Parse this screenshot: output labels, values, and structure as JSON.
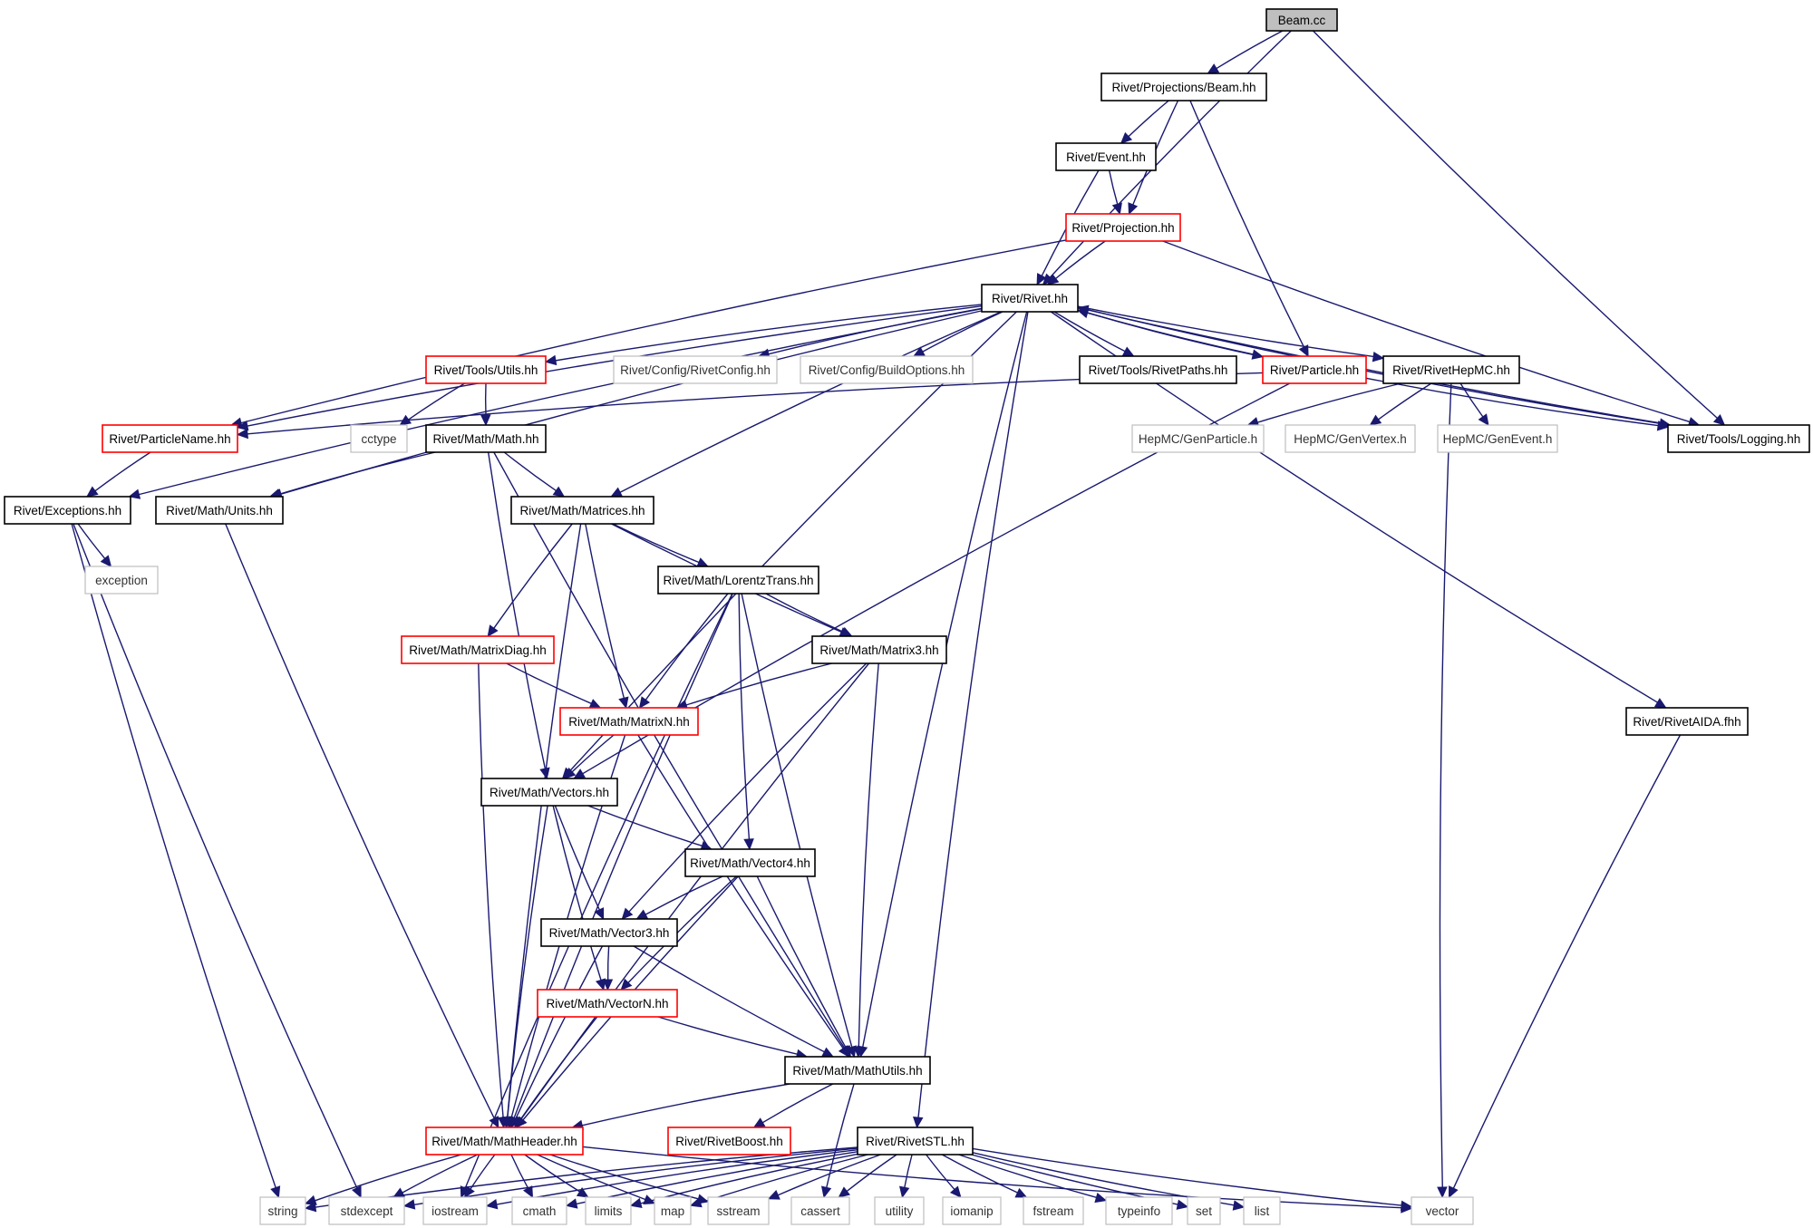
{
  "colors": {
    "edge": "#191970",
    "root_fill": "#bfbfbf",
    "normal_border": "#000000",
    "truncated_border": "#ff0000",
    "external_border": "#bfbfbf",
    "background": "#ffffff"
  },
  "nodes": [
    {
      "id": "beam_cc",
      "label": "Beam.cc",
      "kind": "root"
    },
    {
      "id": "proj_beam",
      "label": "Rivet/Projections/Beam.hh",
      "kind": "normal"
    },
    {
      "id": "event",
      "label": "Rivet/Event.hh",
      "kind": "normal"
    },
    {
      "id": "projection",
      "label": "Rivet/Projection.hh",
      "kind": "truncated"
    },
    {
      "id": "rivet",
      "label": "Rivet/Rivet.hh",
      "kind": "normal"
    },
    {
      "id": "utils",
      "label": "Rivet/Tools/Utils.hh",
      "kind": "truncated"
    },
    {
      "id": "rivetconfig",
      "label": "Rivet/Config/RivetConfig.hh",
      "kind": "external"
    },
    {
      "id": "buildoptions",
      "label": "Rivet/Config/BuildOptions.hh",
      "kind": "external"
    },
    {
      "id": "rivetpaths",
      "label": "Rivet/Tools/RivetPaths.hh",
      "kind": "normal"
    },
    {
      "id": "particle",
      "label": "Rivet/Particle.hh",
      "kind": "truncated"
    },
    {
      "id": "rivethepmc",
      "label": "Rivet/RivetHepMC.hh",
      "kind": "normal"
    },
    {
      "id": "logging",
      "label": "Rivet/Tools/Logging.hh",
      "kind": "normal"
    },
    {
      "id": "particlename",
      "label": "Rivet/ParticleName.hh",
      "kind": "truncated"
    },
    {
      "id": "cctype",
      "label": "cctype",
      "kind": "external"
    },
    {
      "id": "math",
      "label": "Rivet/Math/Math.hh",
      "kind": "normal"
    },
    {
      "id": "genparticle",
      "label": "HepMC/GenParticle.h",
      "kind": "external"
    },
    {
      "id": "genvertex",
      "label": "HepMC/GenVertex.h",
      "kind": "external"
    },
    {
      "id": "genevent",
      "label": "HepMC/GenEvent.h",
      "kind": "external"
    },
    {
      "id": "exceptions",
      "label": "Rivet/Exceptions.hh",
      "kind": "normal"
    },
    {
      "id": "units",
      "label": "Rivet/Math/Units.hh",
      "kind": "normal"
    },
    {
      "id": "matrices",
      "label": "Rivet/Math/Matrices.hh",
      "kind": "normal"
    },
    {
      "id": "exception",
      "label": "exception",
      "kind": "external"
    },
    {
      "id": "lorentz",
      "label": "Rivet/Math/LorentzTrans.hh",
      "kind": "normal"
    },
    {
      "id": "matrixdiag",
      "label": "Rivet/Math/MatrixDiag.hh",
      "kind": "truncated"
    },
    {
      "id": "matrix3",
      "label": "Rivet/Math/Matrix3.hh",
      "kind": "normal"
    },
    {
      "id": "matrixn",
      "label": "Rivet/Math/MatrixN.hh",
      "kind": "truncated"
    },
    {
      "id": "rivetaida",
      "label": "Rivet/RivetAIDA.fhh",
      "kind": "normal"
    },
    {
      "id": "vectors",
      "label": "Rivet/Math/Vectors.hh",
      "kind": "normal"
    },
    {
      "id": "vector4",
      "label": "Rivet/Math/Vector4.hh",
      "kind": "normal"
    },
    {
      "id": "vector3",
      "label": "Rivet/Math/Vector3.hh",
      "kind": "normal"
    },
    {
      "id": "vectorn",
      "label": "Rivet/Math/VectorN.hh",
      "kind": "truncated"
    },
    {
      "id": "mathutils",
      "label": "Rivet/Math/MathUtils.hh",
      "kind": "normal"
    },
    {
      "id": "mathheader",
      "label": "Rivet/Math/MathHeader.hh",
      "kind": "truncated"
    },
    {
      "id": "rivetboost",
      "label": "Rivet/RivetBoost.hh",
      "kind": "truncated"
    },
    {
      "id": "rivetstl",
      "label": "Rivet/RivetSTL.hh",
      "kind": "normal"
    },
    {
      "id": "string",
      "label": "string",
      "kind": "external"
    },
    {
      "id": "stdexcept",
      "label": "stdexcept",
      "kind": "external"
    },
    {
      "id": "iostream",
      "label": "iostream",
      "kind": "external"
    },
    {
      "id": "cmath",
      "label": "cmath",
      "kind": "external"
    },
    {
      "id": "limits",
      "label": "limits",
      "kind": "external"
    },
    {
      "id": "map",
      "label": "map",
      "kind": "external"
    },
    {
      "id": "sstream",
      "label": "sstream",
      "kind": "external"
    },
    {
      "id": "cassert",
      "label": "cassert",
      "kind": "external"
    },
    {
      "id": "utility",
      "label": "utility",
      "kind": "external"
    },
    {
      "id": "iomanip",
      "label": "iomanip",
      "kind": "external"
    },
    {
      "id": "fstream",
      "label": "fstream",
      "kind": "external"
    },
    {
      "id": "typeinfo",
      "label": "typeinfo",
      "kind": "external"
    },
    {
      "id": "set",
      "label": "set",
      "kind": "external"
    },
    {
      "id": "list",
      "label": "list",
      "kind": "external"
    },
    {
      "id": "vector",
      "label": "vector",
      "kind": "external"
    }
  ],
  "edges": [
    [
      "beam_cc",
      "proj_beam"
    ],
    [
      "beam_cc",
      "rivet"
    ],
    [
      "beam_cc",
      "logging"
    ],
    [
      "proj_beam",
      "event"
    ],
    [
      "proj_beam",
      "projection"
    ],
    [
      "proj_beam",
      "particle"
    ],
    [
      "event",
      "projection"
    ],
    [
      "event",
      "rivet"
    ],
    [
      "projection",
      "rivet"
    ],
    [
      "projection",
      "particlename"
    ],
    [
      "projection",
      "logging"
    ],
    [
      "rivet",
      "utils"
    ],
    [
      "rivet",
      "rivetconfig"
    ],
    [
      "rivet",
      "buildoptions"
    ],
    [
      "rivet",
      "rivetpaths"
    ],
    [
      "rivet",
      "particle"
    ],
    [
      "rivet",
      "rivethepmc"
    ],
    [
      "rivet",
      "logging"
    ],
    [
      "rivet",
      "particlename"
    ],
    [
      "rivet",
      "exceptions"
    ],
    [
      "rivet",
      "units"
    ],
    [
      "rivet",
      "matrices"
    ],
    [
      "rivet",
      "vectors"
    ],
    [
      "rivet",
      "mathutils"
    ],
    [
      "rivet",
      "rivetstl"
    ],
    [
      "rivet",
      "rivetaida"
    ],
    [
      "particle",
      "rivet"
    ],
    [
      "particle",
      "particlename"
    ],
    [
      "particle",
      "logging"
    ],
    [
      "particle",
      "vectors"
    ],
    [
      "rivethepmc",
      "genparticle"
    ],
    [
      "rivethepmc",
      "genvertex"
    ],
    [
      "rivethepmc",
      "genevent"
    ],
    [
      "rivethepmc",
      "vector"
    ],
    [
      "logging",
      "rivet"
    ],
    [
      "utils",
      "cctype"
    ],
    [
      "utils",
      "math"
    ],
    [
      "particlename",
      "exceptions"
    ],
    [
      "math",
      "units"
    ],
    [
      "math",
      "matrices"
    ],
    [
      "math",
      "vectors"
    ],
    [
      "math",
      "mathutils"
    ],
    [
      "exceptions",
      "exception"
    ],
    [
      "exceptions",
      "string"
    ],
    [
      "exceptions",
      "stdexcept"
    ],
    [
      "units",
      "mathheader"
    ],
    [
      "matrices",
      "lorentz"
    ],
    [
      "matrices",
      "matrixdiag"
    ],
    [
      "matrices",
      "matrix3"
    ],
    [
      "matrices",
      "matrixn"
    ],
    [
      "matrices",
      "mathheader"
    ],
    [
      "lorentz",
      "matrix3"
    ],
    [
      "lorentz",
      "matrixn"
    ],
    [
      "lorentz",
      "vector4"
    ],
    [
      "lorentz",
      "mathutils"
    ],
    [
      "lorentz",
      "mathheader"
    ],
    [
      "lorentz",
      "iostream"
    ],
    [
      "matrixdiag",
      "matrixn"
    ],
    [
      "matrixdiag",
      "mathheader"
    ],
    [
      "matrix3",
      "matrixn"
    ],
    [
      "matrix3",
      "vector3"
    ],
    [
      "matrix3",
      "mathutils"
    ],
    [
      "matrix3",
      "mathheader"
    ],
    [
      "matrixn",
      "vectors"
    ],
    [
      "matrixn",
      "mathutils"
    ],
    [
      "matrixn",
      "mathheader"
    ],
    [
      "rivetaida",
      "vector"
    ],
    [
      "vectors",
      "vector4"
    ],
    [
      "vectors",
      "vector3"
    ],
    [
      "vectors",
      "vectorn"
    ],
    [
      "vectors",
      "mathheader"
    ],
    [
      "vector4",
      "vector3"
    ],
    [
      "vector4",
      "vectorn"
    ],
    [
      "vector4",
      "mathutils"
    ],
    [
      "vector4",
      "mathheader"
    ],
    [
      "vector3",
      "vectorn"
    ],
    [
      "vector3",
      "mathutils"
    ],
    [
      "vector3",
      "mathheader"
    ],
    [
      "vectorn",
      "mathutils"
    ],
    [
      "vectorn",
      "mathheader"
    ],
    [
      "mathutils",
      "mathheader"
    ],
    [
      "mathutils",
      "rivetboost"
    ],
    [
      "mathutils",
      "cassert"
    ],
    [
      "mathheader",
      "string"
    ],
    [
      "mathheader",
      "stdexcept"
    ],
    [
      "mathheader",
      "iostream"
    ],
    [
      "mathheader",
      "cmath"
    ],
    [
      "mathheader",
      "limits"
    ],
    [
      "mathheader",
      "map"
    ],
    [
      "mathheader",
      "sstream"
    ],
    [
      "mathheader",
      "vector"
    ],
    [
      "rivetstl",
      "string"
    ],
    [
      "rivetstl",
      "stdexcept"
    ],
    [
      "rivetstl",
      "iostream"
    ],
    [
      "rivetstl",
      "cmath"
    ],
    [
      "rivetstl",
      "limits"
    ],
    [
      "rivetstl",
      "map"
    ],
    [
      "rivetstl",
      "sstream"
    ],
    [
      "rivetstl",
      "cassert"
    ],
    [
      "rivetstl",
      "utility"
    ],
    [
      "rivetstl",
      "iomanip"
    ],
    [
      "rivetstl",
      "fstream"
    ],
    [
      "rivetstl",
      "typeinfo"
    ],
    [
      "rivetstl",
      "set"
    ],
    [
      "rivetstl",
      "list"
    ],
    [
      "rivetstl",
      "vector"
    ]
  ]
}
